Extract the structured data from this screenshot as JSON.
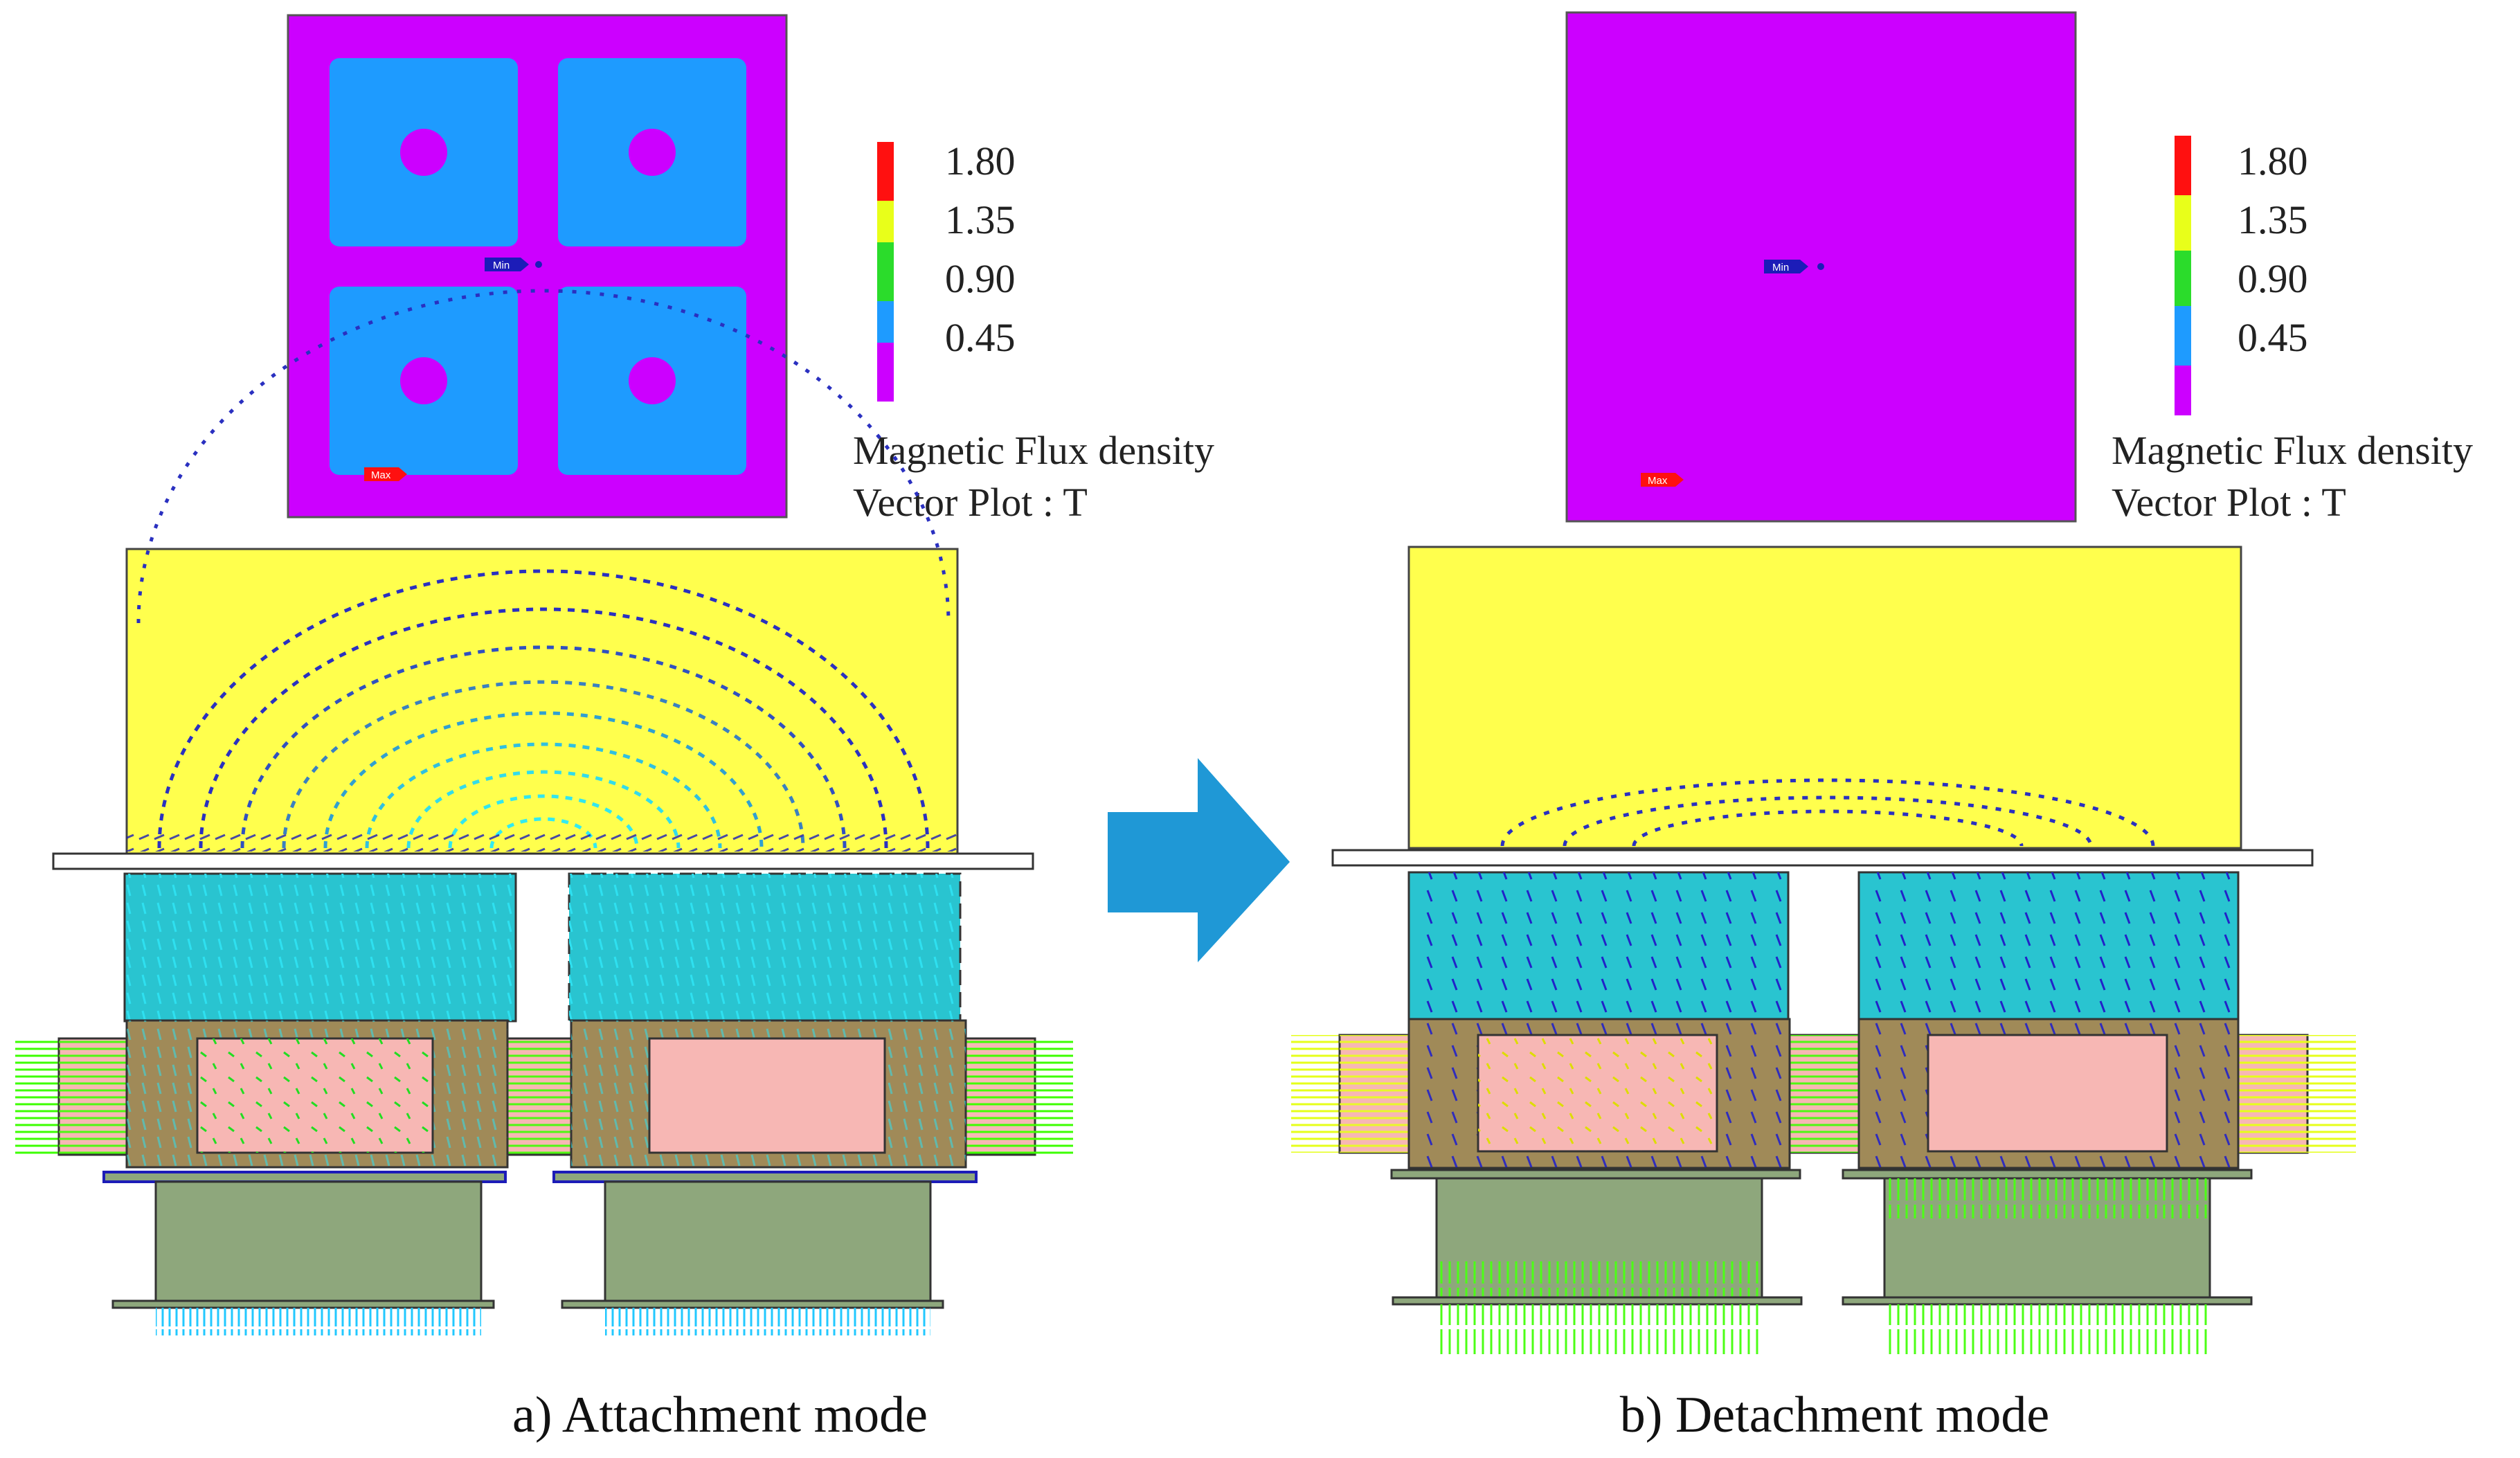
{
  "colors": {
    "purple": "#cc00ff",
    "blue": "#1e9bff",
    "yellow": "#ffff4d",
    "cyan": "#29c4d0",
    "green": "#2bdc2b",
    "brown": "#a08a58",
    "pink": "#f7b7b4",
    "olive": "#8ea77c",
    "arrow": "#1f98d6",
    "red": "#ff1010",
    "navy": "#1c1cb8"
  },
  "panels": [
    {
      "id": "a",
      "caption": "a) Attachment mode",
      "top_view": {
        "min_label": "Min",
        "max_label": "Max"
      },
      "legend": {
        "ticks": [
          "1.80",
          "1.35",
          "0.90",
          "0.45"
        ],
        "title_line1": "Magnetic Flux density",
        "title_line2": "Vector Plot : T"
      }
    },
    {
      "id": "b",
      "caption": "b) Detachment mode",
      "top_view": {
        "min_label": "Min",
        "max_label": "Max"
      },
      "legend": {
        "ticks": [
          "1.80",
          "1.35",
          "0.90",
          "0.45"
        ],
        "title_line1": "Magnetic Flux density",
        "title_line2": "Vector Plot : T"
      }
    }
  ],
  "arrow_icon": "right-arrow-icon"
}
